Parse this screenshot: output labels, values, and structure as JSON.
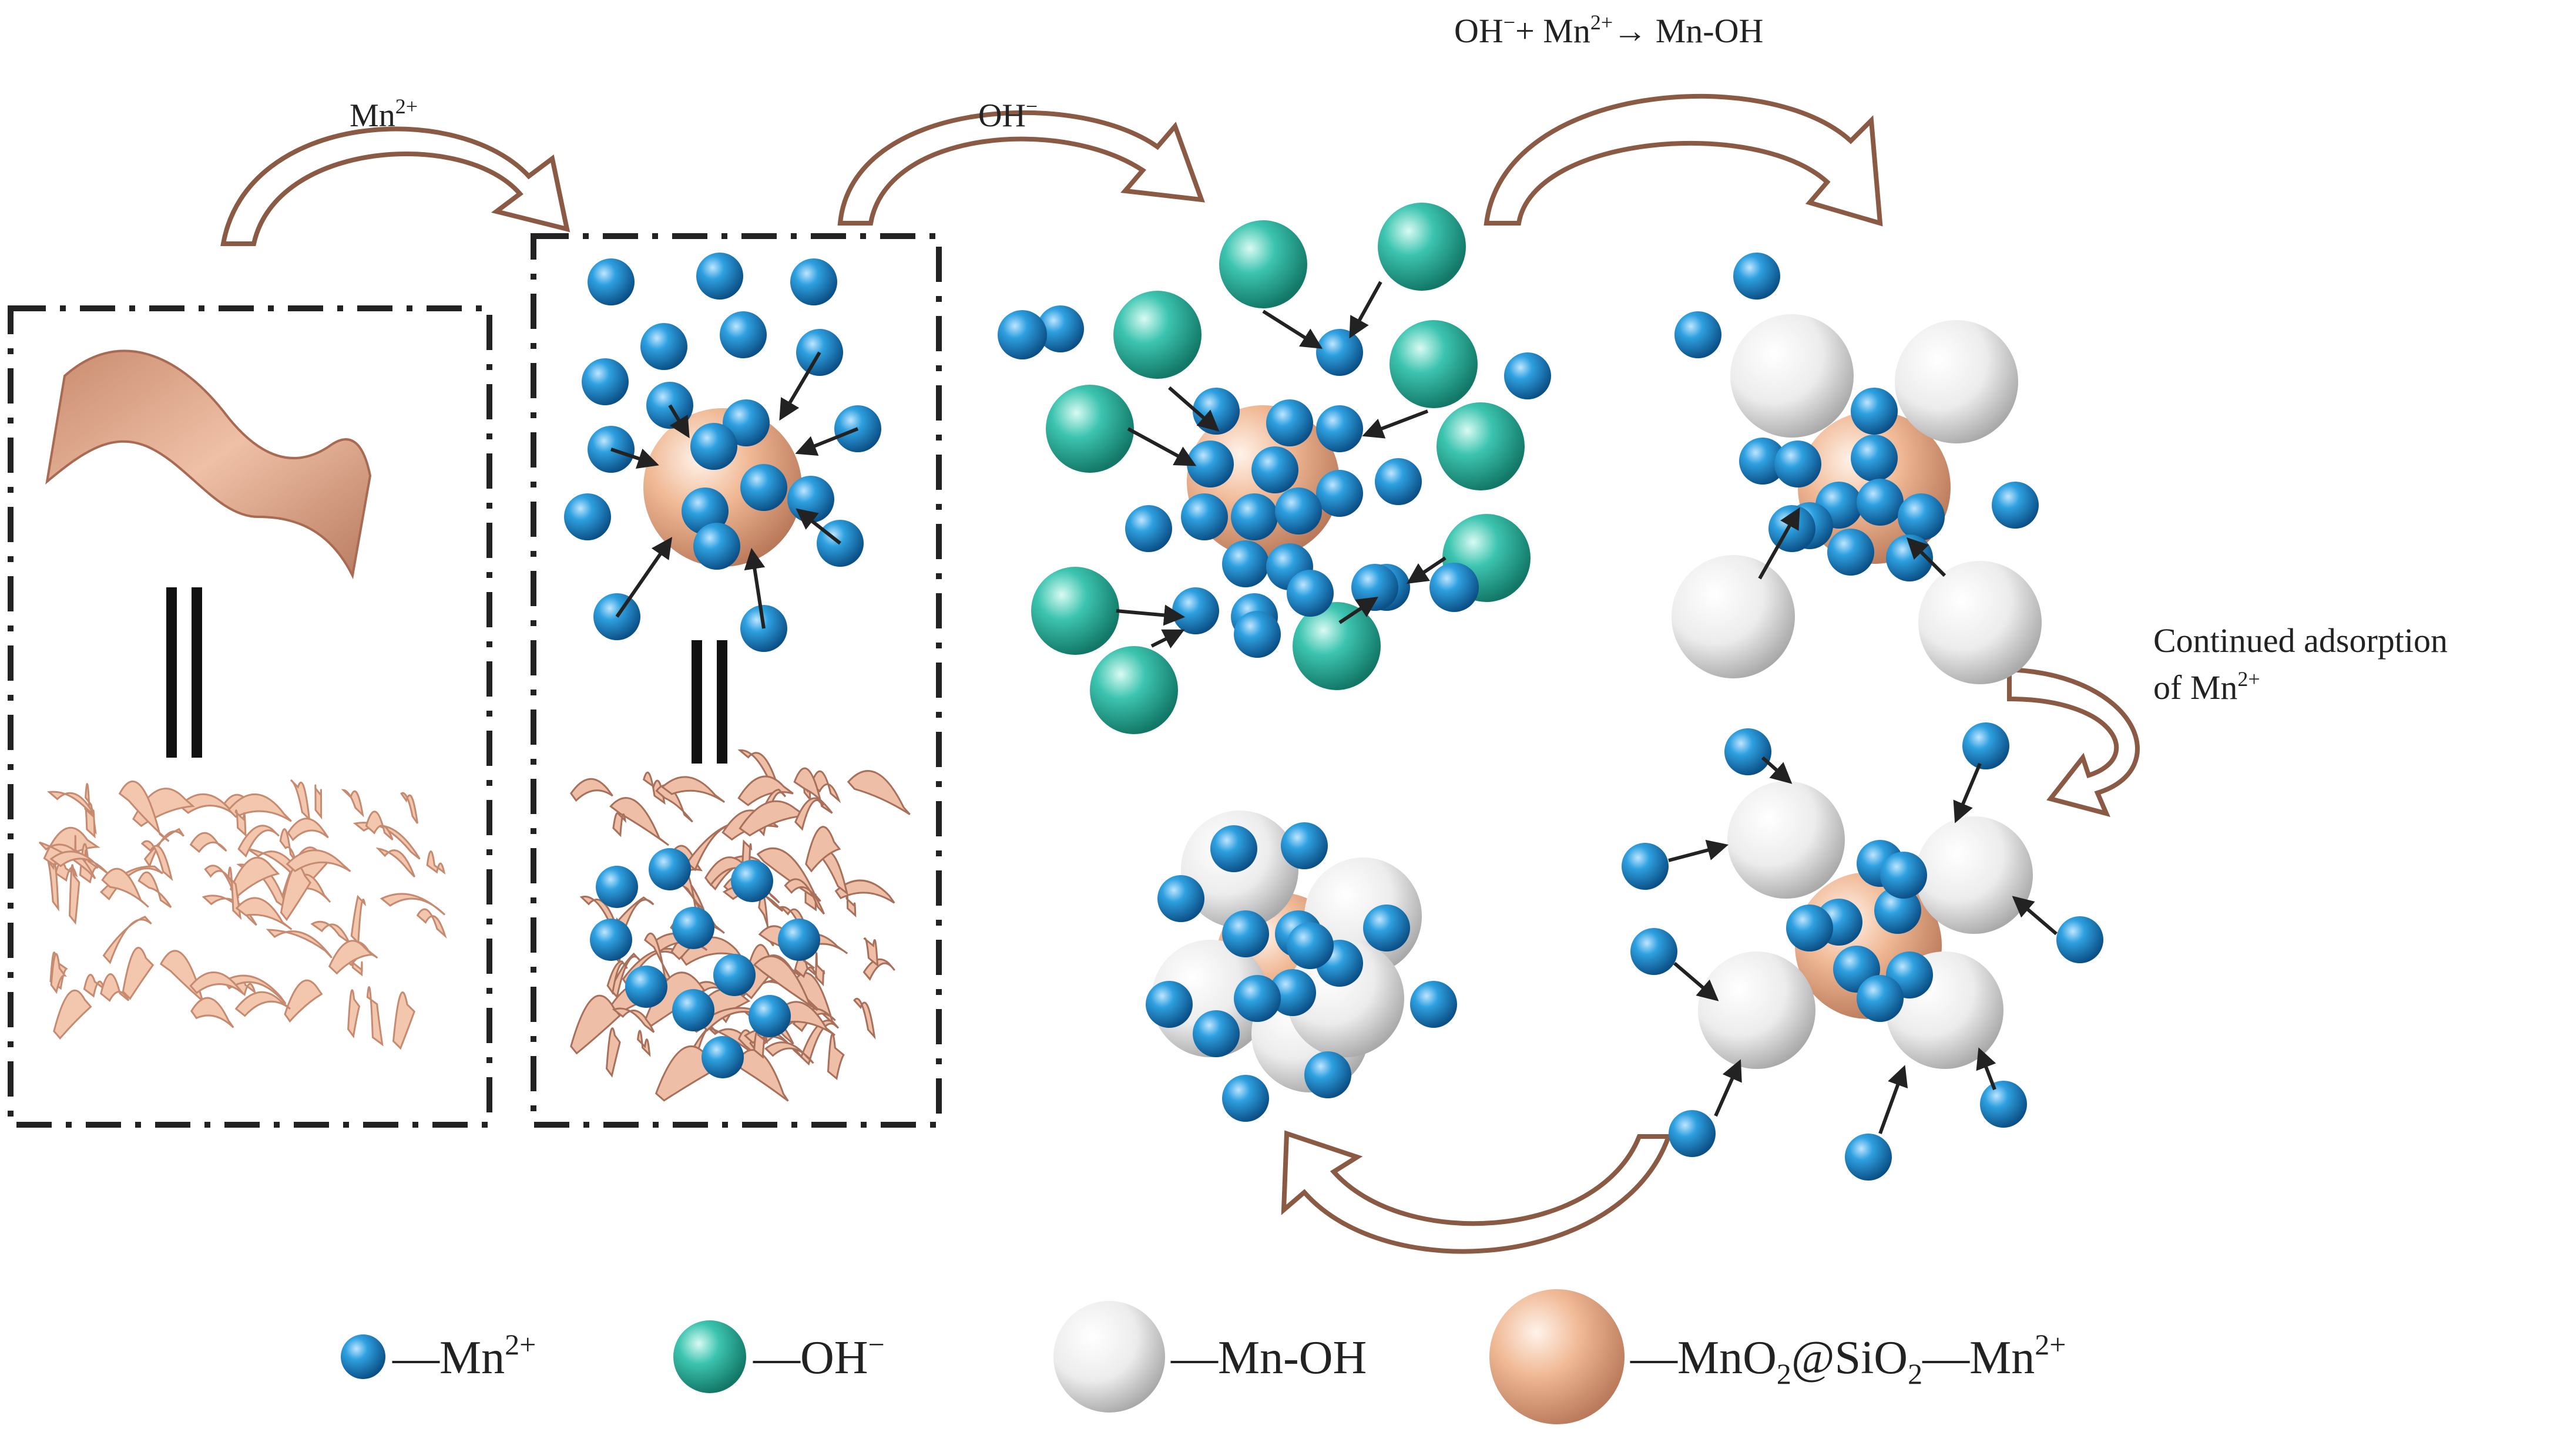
{
  "labels": {
    "step1_base": "Mn",
    "step1_sup": "2+",
    "step2_base": "OH",
    "step2_sup": "−",
    "reaction_oh": "OH",
    "reaction_oh_sup": "−",
    "reaction_plus_mn": "+ Mn",
    "reaction_mn_sup": "2+",
    "reaction_product": "→ Mn-OH",
    "continued_line1": "Continued adsorption",
    "continued_line2_base": "of Mn",
    "continued_line2_sup": "2+"
  },
  "legend": {
    "mn_base": "—Mn",
    "mn_sup": "2+",
    "oh_base": "—OH",
    "oh_sup": "−",
    "mnoh": "—Mn-OH",
    "composite_a": "—MnO",
    "composite_sub1": "2",
    "composite_b": "@SiO",
    "composite_sub2": "2",
    "composite_c": "—Mn",
    "composite_sup": "2+"
  },
  "colors": {
    "mn_ion": "#1e8fd0",
    "oh_ion": "#35b6a7",
    "mn_oh": "#f2f2f2",
    "composite": "#f0b894",
    "flow_arrow_outline": "#8a5a44",
    "sheet": "#e8b49a",
    "dash_box": "#222222"
  }
}
